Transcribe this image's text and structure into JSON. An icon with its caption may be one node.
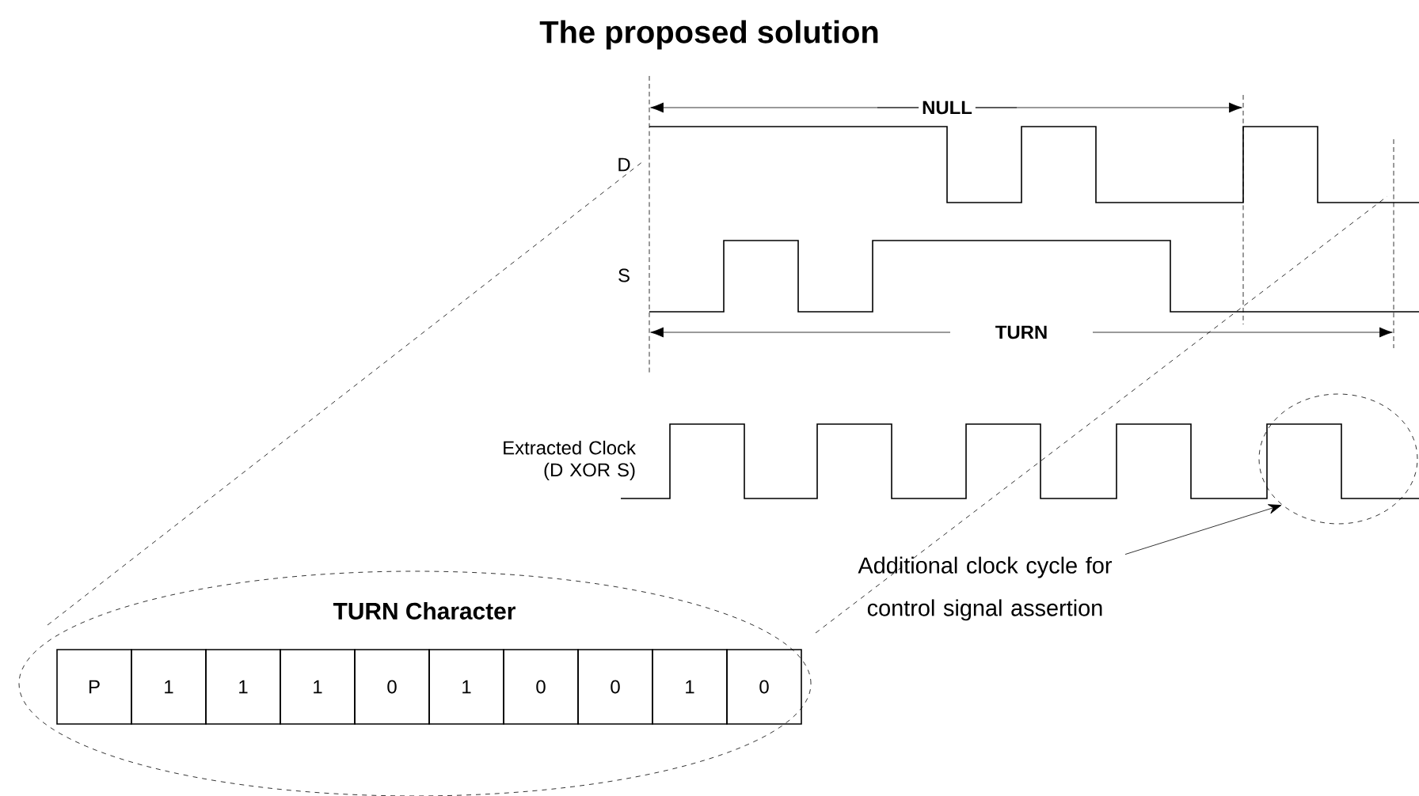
{
  "diagram": {
    "title": "The proposed solution",
    "nodes": [
      {
        "text": [
          "TURN Character"
        ]
      },
      {
        "text": [
          "P"
        ],
        "in": 0
      },
      {
        "text": [
          "1"
        ],
        "in": 0
      },
      {
        "text": [
          "1"
        ],
        "in": 0
      },
      {
        "text": [
          "1"
        ],
        "in": 0
      },
      {
        "text": [
          "0"
        ],
        "in": 0
      },
      {
        "text": [
          "1"
        ],
        "in": 0
      },
      {
        "text": [
          "0"
        ],
        "in": 0
      },
      {
        "text": [
          "0"
        ],
        "in": 0
      },
      {
        "text": [
          "1"
        ],
        "in": 0
      },
      {
        "text": [
          "0"
        ],
        "in": 0
      },
      {
        "text": [],
        "shape": "circle"
      },
      {
        "text": [
          "Additional clock cycle for control signal assertion"
        ]
      }
    ],
    "edges": [
      {
        "from": 12,
        "to": 11,
        "arrow": "to"
      }
    ],
    "labels": [
      "NULL",
      "D",
      "S",
      "TURN",
      "Extracted Clock (D XOR S)"
    ]
  }
}
